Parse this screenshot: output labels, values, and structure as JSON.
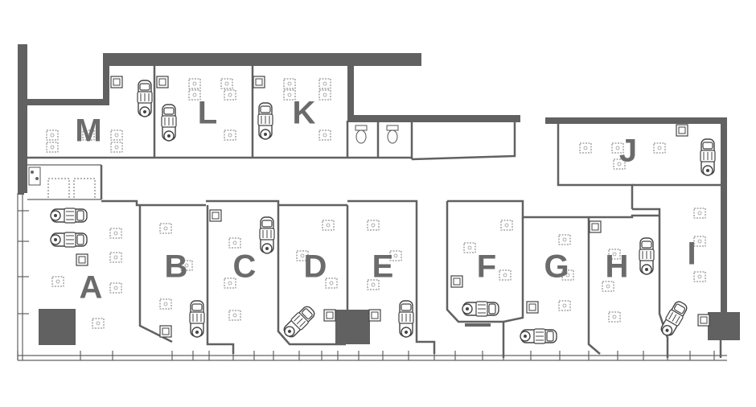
{
  "plan": {
    "colors": {
      "wall": "#616161",
      "label": "#6b6b6b",
      "background": "#ffffff"
    },
    "rooms": [
      {
        "id": "A",
        "label": "A"
      },
      {
        "id": "B",
        "label": "B"
      },
      {
        "id": "C",
        "label": "C"
      },
      {
        "id": "D",
        "label": "D"
      },
      {
        "id": "E",
        "label": "E"
      },
      {
        "id": "F",
        "label": "F"
      },
      {
        "id": "G",
        "label": "G"
      },
      {
        "id": "H",
        "label": "H"
      },
      {
        "id": "I",
        "label": "I"
      },
      {
        "id": "J",
        "label": "J"
      },
      {
        "id": "K",
        "label": "K"
      },
      {
        "id": "L",
        "label": "L"
      },
      {
        "id": "M",
        "label": "M"
      }
    ],
    "icons": [
      "dental-chair-icon",
      "sink-icon",
      "toilet-icon",
      "column-icon",
      "stool-icon"
    ]
  }
}
